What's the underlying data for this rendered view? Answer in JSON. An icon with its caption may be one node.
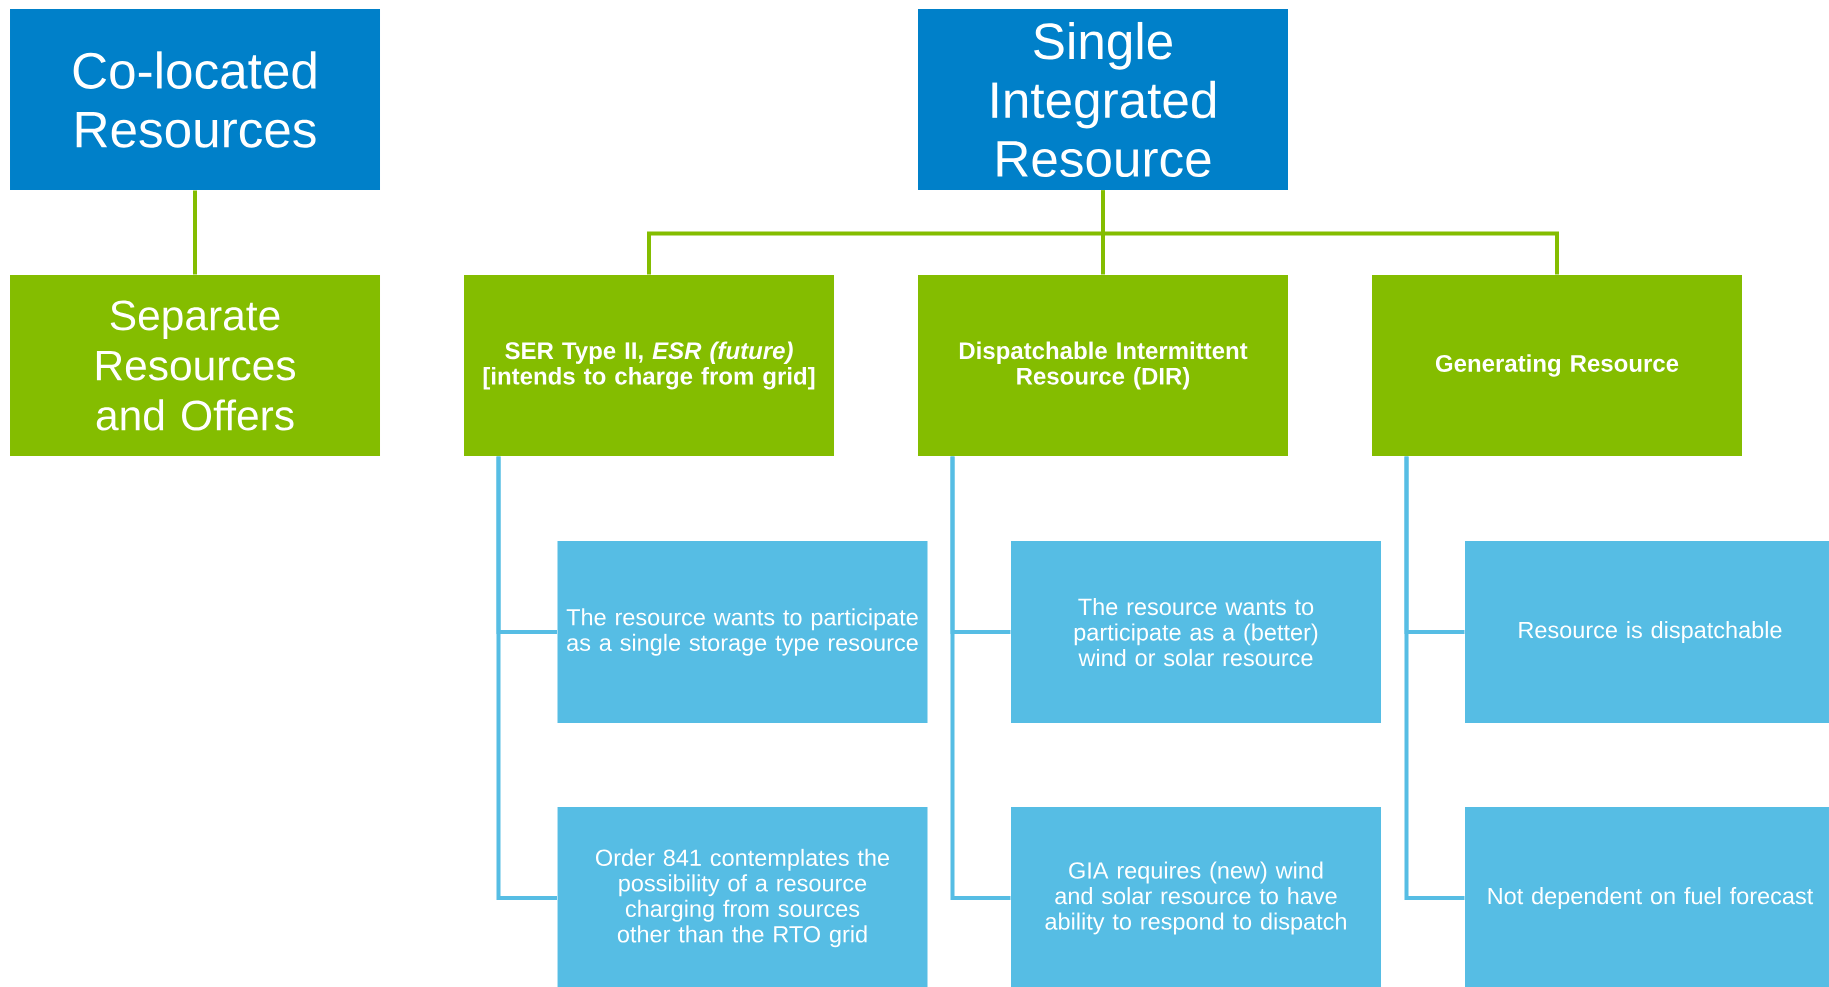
{
  "diagram": {
    "nodes": [
      {
        "text": [
          "Co-located Resources"
        ]
      },
      {
        "text": [
          "Separate Resources and Offers"
        ]
      },
      {
        "text": [
          "Single Integrated Resource"
        ]
      },
      {
        "text": [
          "**SER Type II**, *ESR (future)* [intends to charge from grid]"
        ]
      },
      {
        "text": [
          "Dispatchable Intermittent Resource (DIR)"
        ]
      },
      {
        "text": [
          "Generating Resource"
        ]
      },
      {
        "text": [
          "The resource wants to participate as a single storage type resource"
        ]
      },
      {
        "text": [
          "The resource wants to participate as a (better) wind or solar resource"
        ]
      },
      {
        "text": [
          "Resource is dispatchable"
        ]
      },
      {
        "text": [
          "Order 841 contemplates the possibility of a resource charging from sources other than the RTO grid"
        ]
      },
      {
        "text": [
          "GIA requires (new) wind and solar resource to have ability to respond to dispatch"
        ]
      },
      {
        "text": [
          "Not dependent on fuel forecast"
        ]
      }
    ],
    "edges": [
      {
        "from": 0,
        "to": 1,
        "arrow": "none",
        "color": "#84bd00"
      },
      {
        "from": 2,
        "to": 3,
        "arrow": "none",
        "color": "#84bd00"
      },
      {
        "from": 2,
        "to": 4,
        "arrow": "none",
        "color": "#84bd00"
      },
      {
        "from": 2,
        "to": 5,
        "arrow": "none",
        "color": "#84bd00"
      },
      {
        "from": 3,
        "to": 6,
        "arrow": "none"
      },
      {
        "from": 3,
        "to": 9,
        "arrow": "none"
      },
      {
        "from": 4,
        "to": 7,
        "arrow": "none"
      },
      {
        "from": 4,
        "to": 10,
        "arrow": "none"
      },
      {
        "from": 5,
        "to": 8,
        "arrow": "none"
      },
      {
        "from": 5,
        "to": 11,
        "arrow": "none"
      }
    ]
  }
}
